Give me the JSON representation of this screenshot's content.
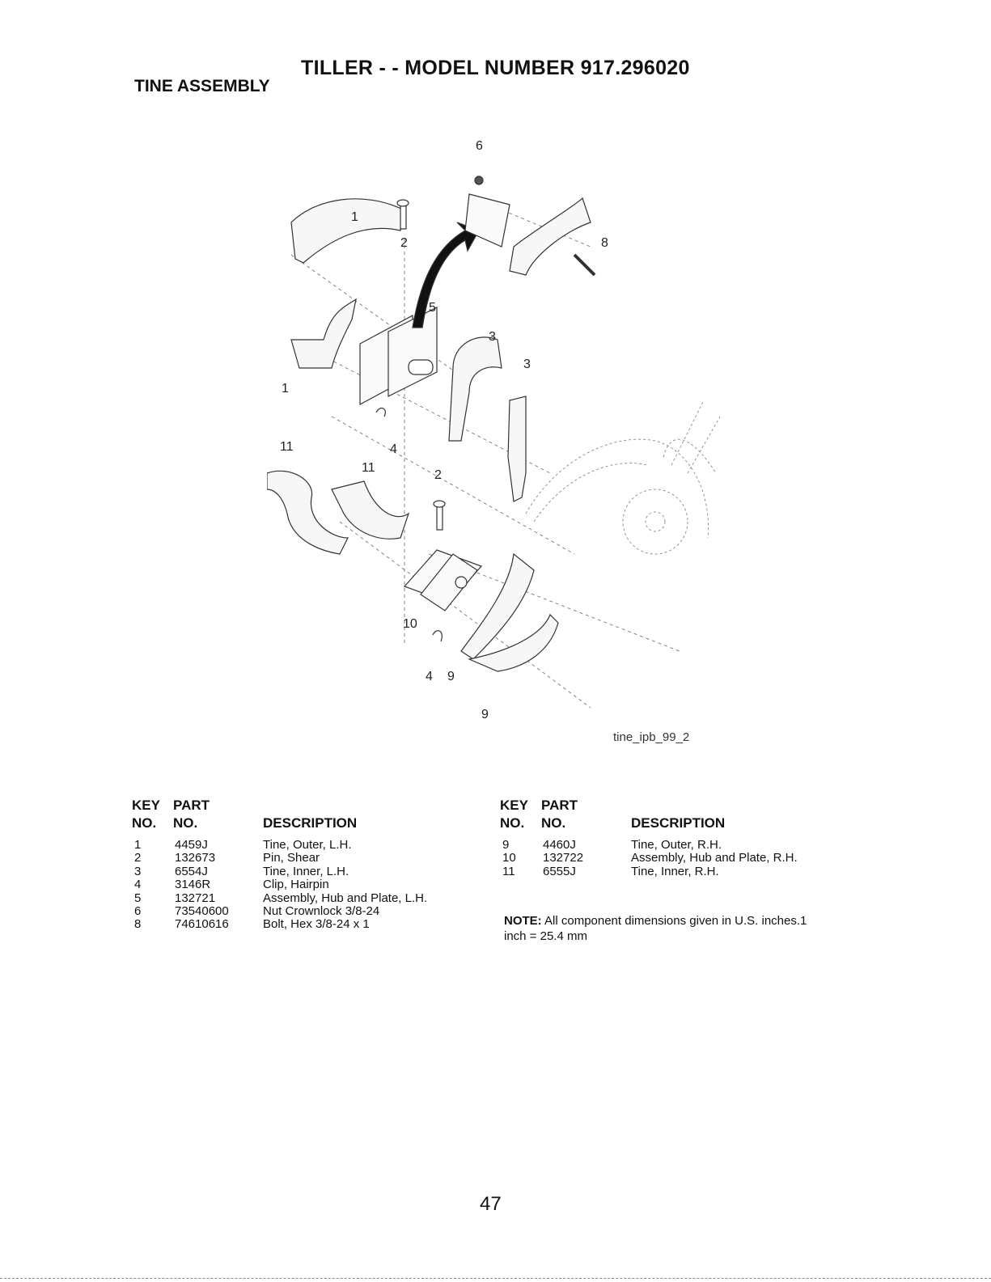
{
  "header": {
    "title": "TILLER - - MODEL NUMBER 917.296020",
    "subtitle": "TINE ASSEMBLY"
  },
  "diagram": {
    "figure_id": "tine_ipb_99_2",
    "callouts": [
      "6",
      "1",
      "2",
      "8",
      "5",
      "3",
      "3",
      "1",
      "11",
      "4",
      "11",
      "2",
      "10",
      "4",
      "9",
      "9"
    ]
  },
  "parts_headers": {
    "key": "KEY",
    "no": "NO.",
    "part": "PART",
    "part_no": "NO.",
    "description": "DESCRIPTION"
  },
  "parts_left": [
    {
      "key": "1",
      "part": "4459J",
      "description": "Tine, Outer, L.H."
    },
    {
      "key": "2",
      "part": "132673",
      "description": "Pin, Shear"
    },
    {
      "key": "3",
      "part": "6554J",
      "description": "Tine, Inner, L.H."
    },
    {
      "key": "4",
      "part": "3146R",
      "description": "Clip, Hairpin"
    },
    {
      "key": "5",
      "part": "132721",
      "description": "Assembly, Hub and Plate, L.H."
    },
    {
      "key": "6",
      "part": "73540600",
      "description": "Nut Crownlock 3/8-24"
    },
    {
      "key": "8",
      "part": "74610616",
      "description": "Bolt, Hex  3/8-24 x 1"
    }
  ],
  "parts_right": [
    {
      "key": "9",
      "part": "4460J",
      "description": "Tine, Outer, R.H."
    },
    {
      "key": "10",
      "part": "132722",
      "description": "Assembly, Hub and Plate, R.H."
    },
    {
      "key": "11",
      "part": "6555J",
      "description": "Tine, Inner, R.H."
    }
  ],
  "note": {
    "label": "NOTE:",
    "text": "All component dimensions given in U.S. inches.1 inch = 25.4 mm"
  },
  "page_number": "47"
}
